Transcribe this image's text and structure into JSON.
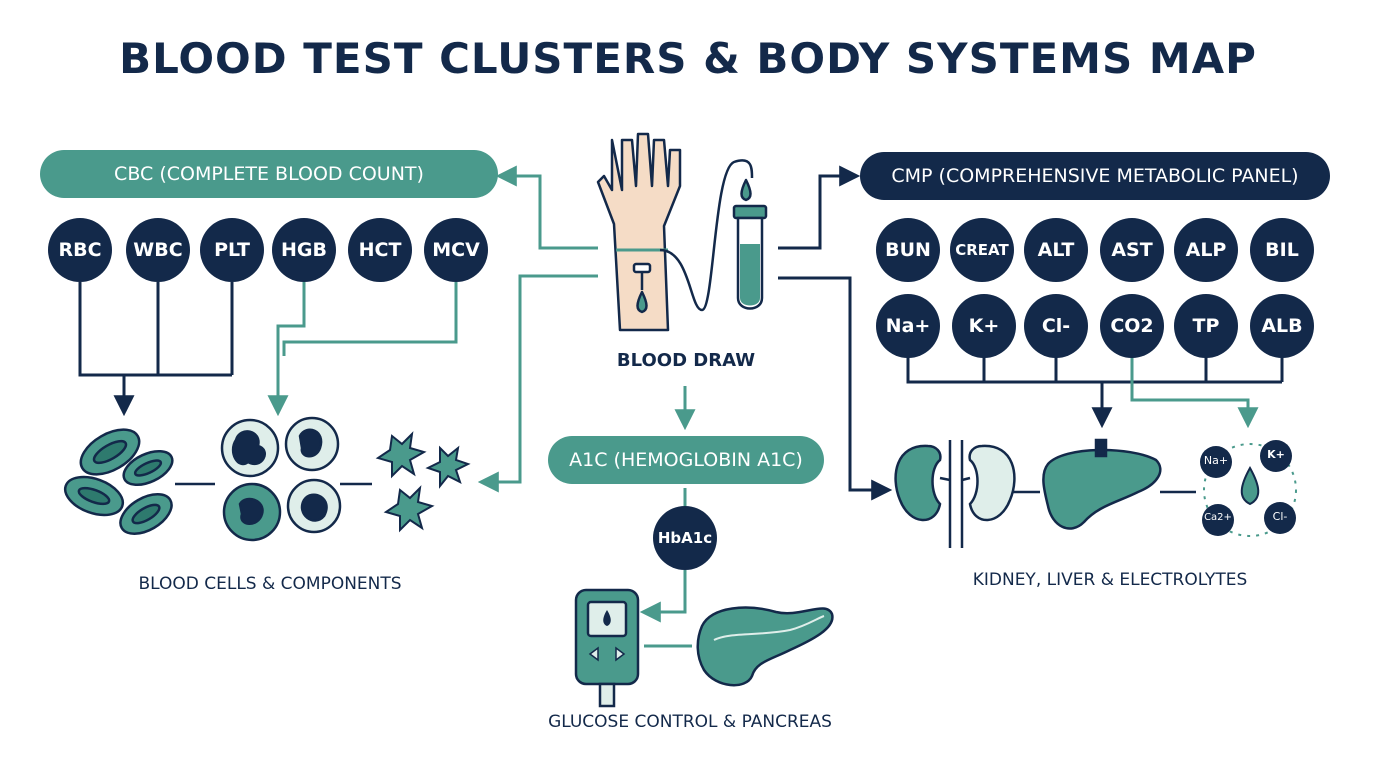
{
  "title": "BLOOD TEST CLUSTERS & BODY SYSTEMS MAP",
  "center": {
    "label": "BLOOD DRAW"
  },
  "cbc": {
    "header": "CBC (COMPLETE BLOOD COUNT)",
    "tests": [
      "RBC",
      "WBC",
      "PLT",
      "HGB",
      "HCT",
      "MCV"
    ],
    "caption": "BLOOD CELLS & COMPONENTS"
  },
  "cmp": {
    "header": "CMP (COMPREHENSIVE METABOLIC PANEL)",
    "tests_row1": [
      "BUN",
      "CREAT",
      "ALT",
      "AST",
      "ALP",
      "BIL"
    ],
    "tests_row2": [
      "Na+",
      "K+",
      "Cl-",
      "CO2",
      "TP",
      "ALB"
    ],
    "caption": "KIDNEY, LIVER & ELECTROLYTES",
    "ions": [
      "Na+",
      "K+",
      "Ca2+",
      "Cl-"
    ]
  },
  "a1c": {
    "header": "A1C (HEMOGLOBIN A1C)",
    "test": "HbA1c",
    "caption": "GLUCOSE CONTROL & PANCREAS"
  },
  "colors": {
    "navy": "#13294a",
    "teal": "#4a9a8c",
    "teal_light": "#6fb3a7"
  },
  "icons": [
    "hand-arm-icon",
    "test-tube-icon",
    "red-blood-cells-icon",
    "white-blood-cells-icon",
    "platelets-icon",
    "kidney-icon",
    "liver-icon",
    "electrolytes-icon",
    "glucose-meter-icon",
    "pancreas-icon"
  ]
}
